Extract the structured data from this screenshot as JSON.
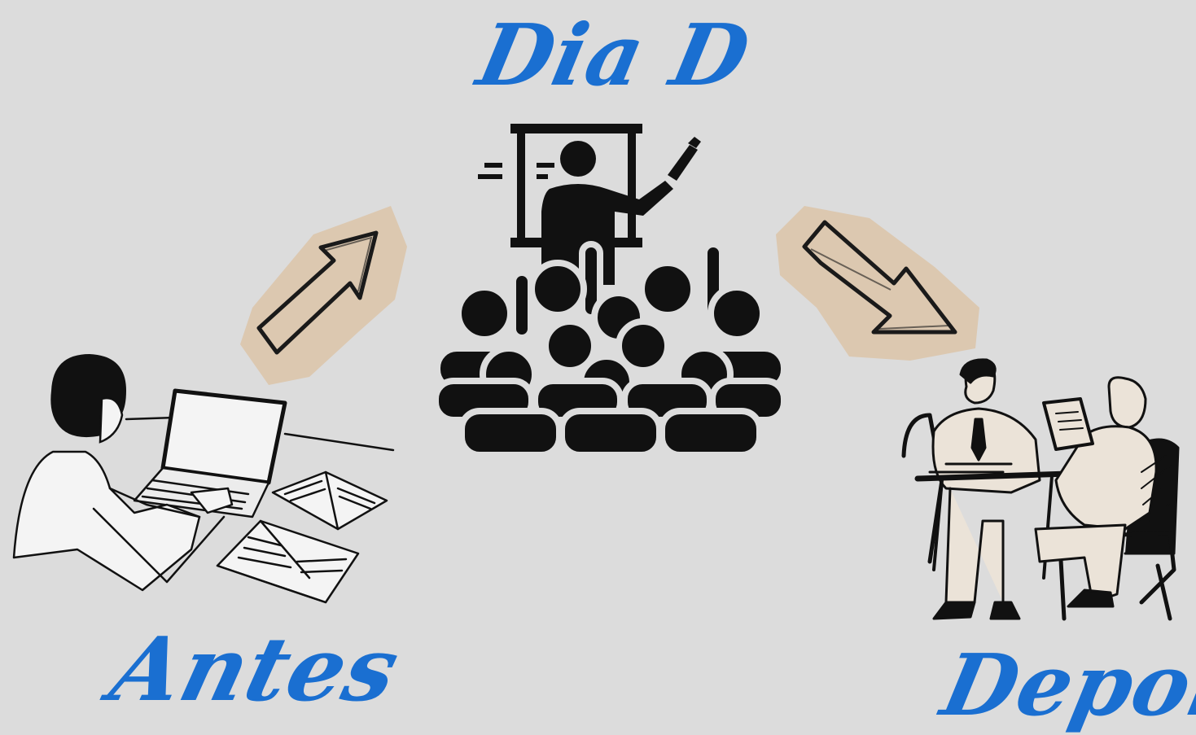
{
  "labels": {
    "center": "Dia D",
    "left": "Antes",
    "right": "Depois"
  },
  "colors": {
    "background": "#dcdcdc",
    "label": "#1a6fd1",
    "ink": "#111111",
    "paper_patch": "#dcc8b0",
    "skin": "#ebe3d8"
  },
  "icons": {
    "presentation": "teacher-presenting-to-audience-icon",
    "study": "person-studying-at-laptop-illustration",
    "meeting": "two-people-meeting-at-table-illustration",
    "arrow_up": "hand-drawn-arrow-up-right",
    "arrow_down": "hand-drawn-arrow-down-right"
  }
}
